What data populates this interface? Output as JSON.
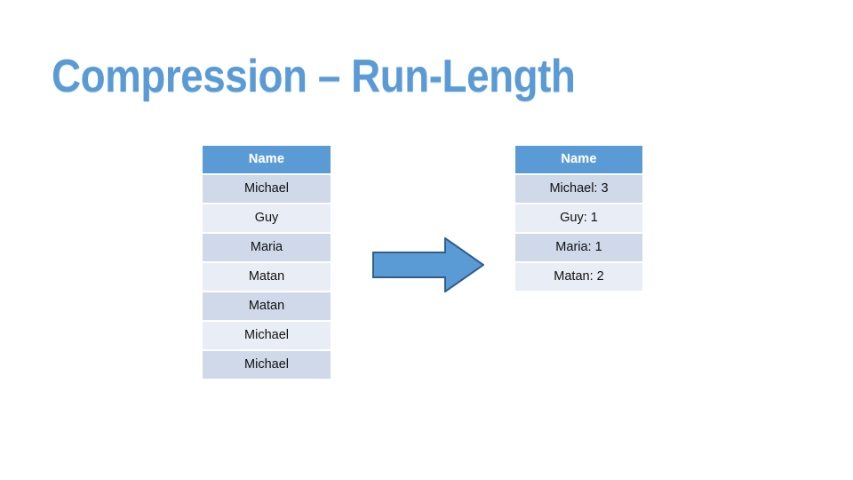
{
  "slide": {
    "title": "Compression – Run-Length",
    "background_color": "#FFFFFF",
    "accent_color": "#5B9BD5"
  },
  "colors": {
    "header_blue": "#5B9BD5",
    "row_odd": "#CFD9EA",
    "row_even": "#E9EDF5",
    "arrow_fill": "#5B9BD5",
    "arrow_stroke": "#2E5E8E",
    "title_blue": "#5B9BD5",
    "text_dark": "#111111"
  },
  "source_table": {
    "name": "uncompressed-name-table",
    "header": "Name",
    "rows": [
      "Michael",
      "Guy",
      "Maria",
      "Matan",
      "Matan",
      "Michael",
      "Michael"
    ]
  },
  "compressed_table": {
    "name": "run-length-encoded-name-table",
    "header": "Name",
    "rows": [
      "Michael: 3",
      "Guy: 1",
      "Maria: 1",
      "Matan: 2"
    ]
  },
  "arrow": {
    "icon": "right-block-arrow-icon",
    "direction": "right"
  }
}
